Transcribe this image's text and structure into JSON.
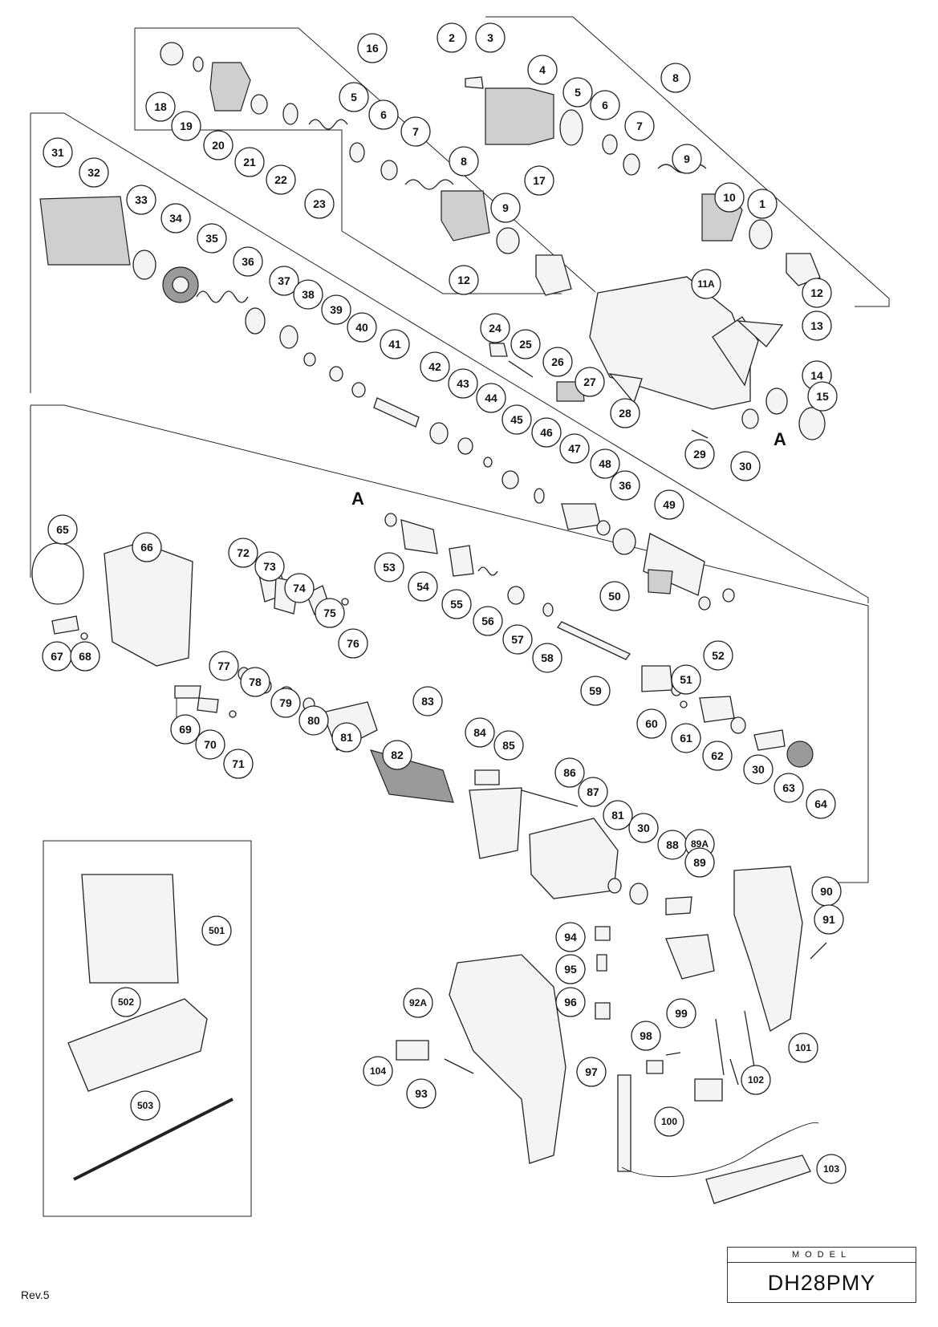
{
  "model_caption": "MODEL",
  "model_name": "DH28PMY",
  "revision": "Rev.5",
  "section_marker": "A",
  "part_numbers": [
    "1",
    "2",
    "3",
    "4",
    "5",
    "6",
    "7",
    "8",
    "9",
    "10",
    "11A",
    "12",
    "13",
    "14",
    "15",
    "16",
    "17",
    "18",
    "19",
    "20",
    "21",
    "22",
    "23",
    "24",
    "25",
    "26",
    "27",
    "28",
    "29",
    "30",
    "31",
    "32",
    "33",
    "34",
    "35",
    "36",
    "37",
    "38",
    "39",
    "40",
    "41",
    "42",
    "43",
    "44",
    "45",
    "46",
    "47",
    "48",
    "49",
    "50",
    "51",
    "52",
    "53",
    "54",
    "55",
    "56",
    "57",
    "58",
    "59",
    "60",
    "61",
    "62",
    "63",
    "64",
    "65",
    "66",
    "67",
    "68",
    "69",
    "70",
    "71",
    "72",
    "73",
    "74",
    "75",
    "76",
    "77",
    "78",
    "79",
    "80",
    "81",
    "82",
    "83",
    "84",
    "85",
    "86",
    "87",
    "88",
    "89",
    "89A",
    "90",
    "91",
    "92A",
    "93",
    "94",
    "95",
    "96",
    "97",
    "98",
    "99",
    "100",
    "101",
    "102",
    "103",
    "104",
    "501",
    "502",
    "503"
  ],
  "parts_list_shown": [
    "2",
    "3",
    "4",
    "5",
    "6",
    "7",
    "8",
    "9",
    "10",
    "1",
    "16",
    "5",
    "6",
    "7",
    "8",
    "9",
    "17",
    "12",
    "12",
    "11A",
    "13",
    "14",
    "15",
    "18",
    "19",
    "20",
    "21",
    "22",
    "23",
    "31",
    "32",
    "33",
    "34",
    "35",
    "36",
    "37",
    "38",
    "39",
    "40",
    "41",
    "42",
    "43",
    "44",
    "45",
    "46",
    "47",
    "48",
    "36",
    "49",
    "24",
    "25",
    "26",
    "27",
    "28",
    "29",
    "30",
    "65",
    "66",
    "67",
    "68",
    "72",
    "73",
    "74",
    "75",
    "76",
    "77",
    "78",
    "79",
    "80",
    "81",
    "82",
    "69",
    "70",
    "71",
    "53",
    "54",
    "55",
    "56",
    "57",
    "58",
    "59",
    "60",
    "50",
    "51",
    "52",
    "61",
    "62",
    "30",
    "63",
    "64",
    "83",
    "84",
    "85",
    "86",
    "87",
    "81",
    "30",
    "88",
    "89A",
    "89",
    "90",
    "91",
    "94",
    "95",
    "96",
    "92A",
    "93",
    "104",
    "97",
    "98",
    "99",
    "100",
    "101",
    "102",
    "103",
    "501",
    "502",
    "503"
  ]
}
